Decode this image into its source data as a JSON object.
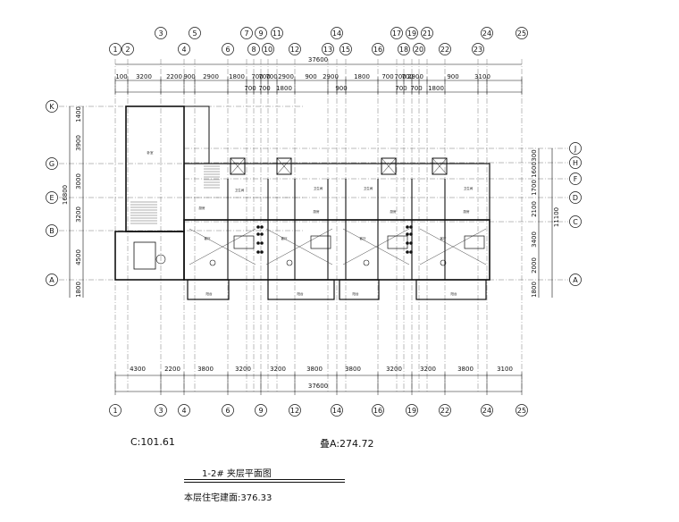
{
  "grid_axes_top": [
    "1",
    "2",
    "3",
    "4",
    "5",
    "6",
    "7",
    "8",
    "9",
    "10",
    "11",
    "12",
    "13",
    "14",
    "15",
    "16",
    "17",
    "18",
    "19",
    "20",
    "21",
    "22",
    "23",
    "24",
    "25"
  ],
  "grid_axes_bottom": [
    "1",
    "3",
    "4",
    "6",
    "9",
    "12",
    "14",
    "16",
    "19",
    "22",
    "24",
    "25"
  ],
  "grid_axes_left": [
    "K",
    "G",
    "E",
    "B",
    "A"
  ],
  "grid_axes_right": [
    "J",
    "H",
    "F",
    "D",
    "C",
    "A"
  ],
  "dims_top_total": "37600",
  "dims_top_chain_1": [
    "100",
    "3200",
    "2200",
    "900",
    "2900",
    "1800",
    "700",
    "700",
    "700",
    "2900",
    "900",
    "2900",
    "1800",
    "700",
    "700",
    "700",
    "2900",
    "900",
    "3100"
  ],
  "dims_top_chain_2": [
    "700",
    "700",
    "1800",
    "900",
    "700",
    "700",
    "1800"
  ],
  "dims_bottom_chain": [
    "4300",
    "2200",
    "3800",
    "3200",
    "3200",
    "3800",
    "3800",
    "3200",
    "3200",
    "3800",
    "3100"
  ],
  "dims_bottom_total": "37600",
  "dims_left_chain": [
    "1400",
    "3900",
    "3000",
    "3200",
    "4500",
    "1800"
  ],
  "dims_left_total": "16800",
  "dims_right_chain": [
    "300",
    "1600",
    "1700",
    "2100",
    "3400",
    "2000",
    "1800"
  ],
  "dims_right_total": "11100",
  "area_c": "C:101.61",
  "area_a": "叠A:274.72",
  "drawing_title": "1-2# 夹层平面图",
  "floor_area": "本层住宅建面:376.33",
  "room_labels": {
    "bedroom": "卧室",
    "living": "客厅",
    "balcony": "阳台",
    "bath": "卫生间",
    "kitchen": "厨房"
  }
}
